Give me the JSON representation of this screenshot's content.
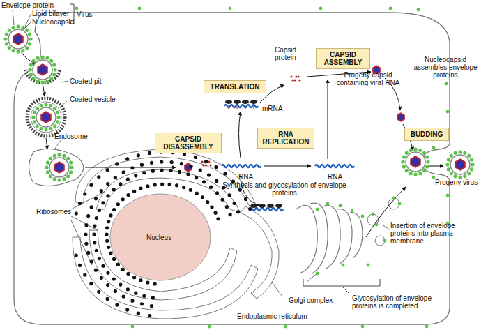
{
  "diagram": {
    "nodes": [
      {
        "text": [
          "CAPSID ASSEMBLY"
        ]
      },
      {
        "text": [
          "TRANSLATION"
        ]
      },
      {
        "text": [
          "BUDDING"
        ]
      },
      {
        "text": [
          "RNA REPLICATION"
        ]
      },
      {
        "text": [
          "CAPSID DISASSEMBLY"
        ]
      }
    ],
    "labels": [
      "Envelope protein",
      "Lipid bilayer",
      "Nucleocapsid",
      "Virus",
      "Coated pit",
      "Coated vesicle",
      "Endosome",
      "Capsid protein",
      "mRNA",
      "Progeny capsid containing viral RNA",
      "Nucleocapsid assembles envelope proteins",
      "RNA",
      "RNA",
      "Synthesis and glycosylation of envelope proteins",
      "Progeny virus",
      "Ribosomes",
      "Nucleus",
      "Insertion of envelope proteins into plasma membrane",
      "Golgi complex",
      "Endoplasmic reticulum",
      "Glycosylation of envelope proteins is completed"
    ]
  }
}
